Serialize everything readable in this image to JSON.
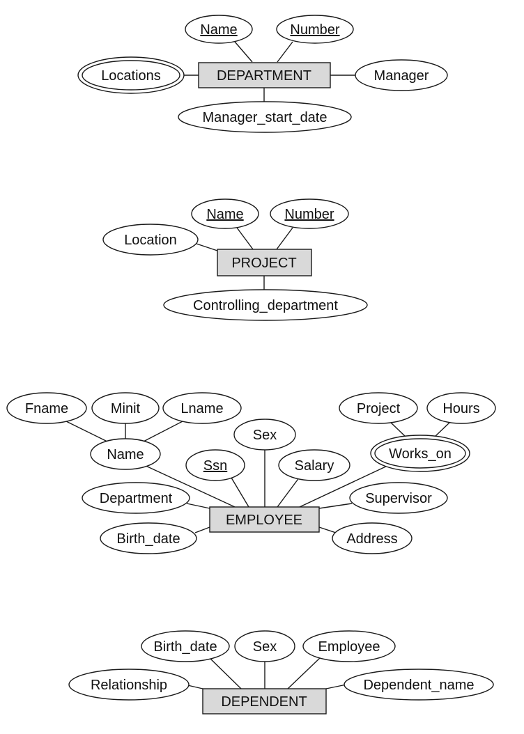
{
  "entities": {
    "department": {
      "name": "DEPARTMENT",
      "attributes": {
        "name": "Name",
        "number": "Number",
        "locations": "Locations",
        "manager": "Manager",
        "manager_start_date": "Manager_start_date"
      }
    },
    "project": {
      "name": "PROJECT",
      "attributes": {
        "name": "Name",
        "number": "Number",
        "location": "Location",
        "controlling_department": "Controlling_department"
      }
    },
    "employee": {
      "name": "EMPLOYEE",
      "attributes": {
        "fname": "Fname",
        "minit": "Minit",
        "lname": "Lname",
        "name": "Name",
        "sex": "Sex",
        "ssn": "Ssn",
        "salary": "Salary",
        "project": "Project",
        "hours": "Hours",
        "works_on": "Works_on",
        "department": "Department",
        "supervisor": "Supervisor",
        "birth_date": "Birth_date",
        "address": "Address"
      }
    },
    "dependent": {
      "name": "DEPENDENT",
      "attributes": {
        "birth_date": "Birth_date",
        "sex": "Sex",
        "employee": "Employee",
        "relationship": "Relationship",
        "dependent_name": "Dependent_name"
      }
    }
  },
  "colors": {
    "entity_fill": "#d9d9d9",
    "stroke": "#1a1a1a",
    "background": "#ffffff"
  }
}
